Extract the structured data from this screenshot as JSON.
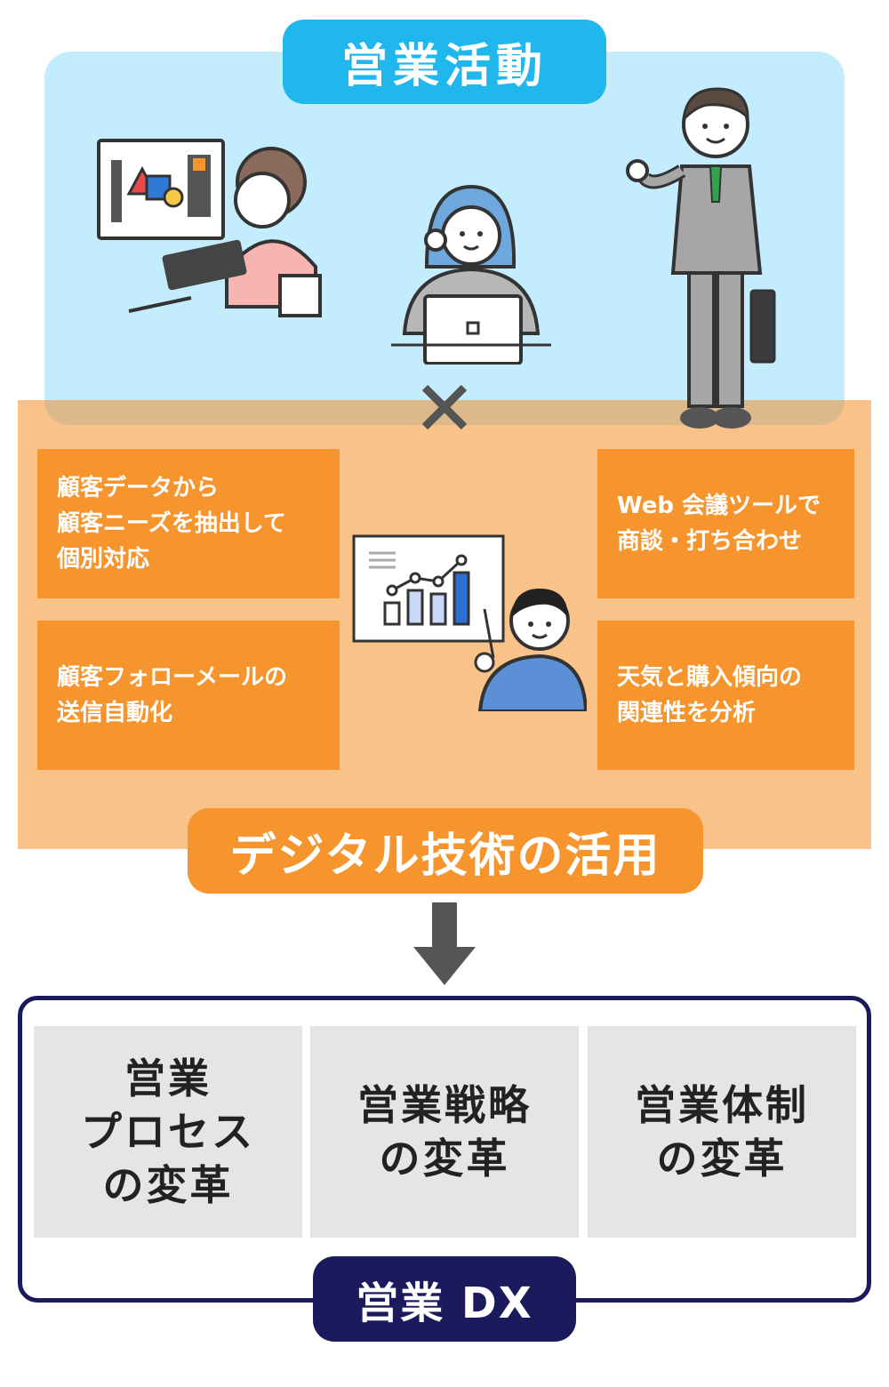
{
  "sales": {
    "label": "営業活動"
  },
  "digital": {
    "label": "デジタル技術の活用",
    "items": [
      {
        "text": "顧客データから\n顧客ニーズを抽出して\n個別対応"
      },
      {
        "text": "Web 会議ツールで\n商談・打ち合わせ"
      },
      {
        "text": "顧客フォローメールの\n送信自動化"
      },
      {
        "text": "天気と購入傾向の\n関連性を分析"
      }
    ]
  },
  "results": {
    "label": "営業 DX",
    "cards": [
      {
        "text": "営業\nプロセス\nの変革"
      },
      {
        "text": "営業戦略\nの変革"
      },
      {
        "text": "営業体制\nの変革"
      }
    ]
  },
  "colors": {
    "sales_bg": "#c3ecfd",
    "sales_accent": "#1fb7ec",
    "digital_bg": "#f9c288",
    "digital_accent": "#f6952d",
    "dx_navy": "#1b1a5c",
    "card_gray": "#e5e5e5"
  },
  "icons": [
    "times-icon",
    "arrow-down-icon"
  ]
}
